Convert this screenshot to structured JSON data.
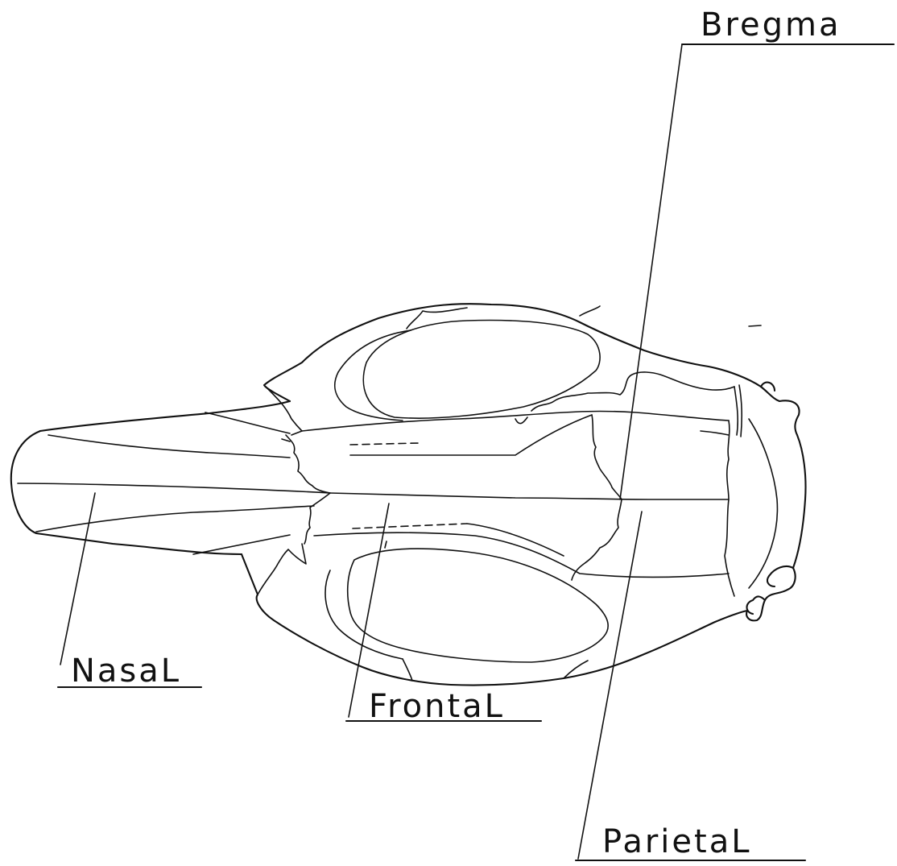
{
  "labels": {
    "nasal": "NasaL",
    "frontal": "FrontaL",
    "parietal": "ParietaL",
    "bregma": "Bregma"
  },
  "colors": {
    "ink": "#111111",
    "background": "#ffffff"
  }
}
